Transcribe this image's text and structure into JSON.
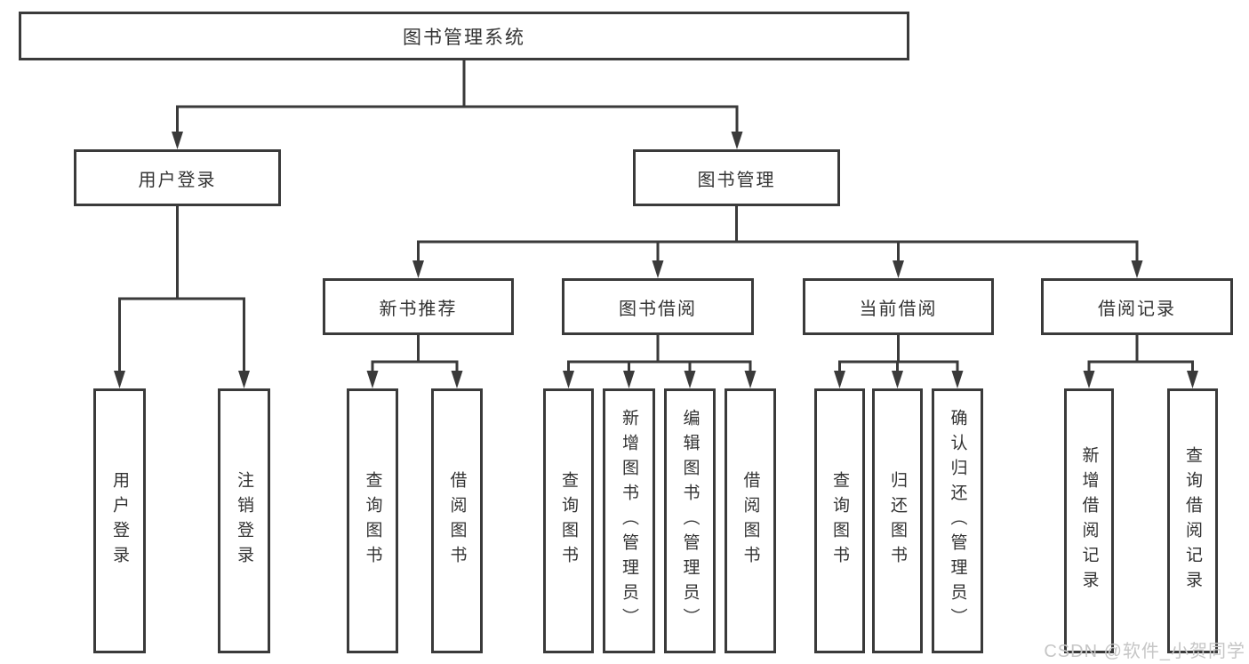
{
  "diagram": {
    "type": "hierarchy",
    "root": "图书管理系统",
    "branches": [
      {
        "label": "用户登录",
        "children": [
          "用户登录",
          "注销登录"
        ]
      },
      {
        "label": "图书管理",
        "children": [
          {
            "label": "新书推荐",
            "children": [
              "查询图书",
              "借阅图书"
            ]
          },
          {
            "label": "图书借阅",
            "children": [
              "查询图书",
              "新增图书（管理员）",
              "编辑图书（管理员）",
              "借阅图书"
            ]
          },
          {
            "label": "当前借阅",
            "children": [
              "查询图书",
              "归还图书",
              "确认归还（管理员）"
            ]
          },
          {
            "label": "借阅记录",
            "children": [
              "新增借阅记录",
              "查询借阅记录"
            ]
          }
        ]
      }
    ]
  },
  "watermark": {
    "text": "CSDN @软件_小贺同学"
  },
  "colors": {
    "line": "#3a3a3a",
    "text": "#333333",
    "watermark": "#c6c6c6",
    "background": "#ffffff"
  }
}
